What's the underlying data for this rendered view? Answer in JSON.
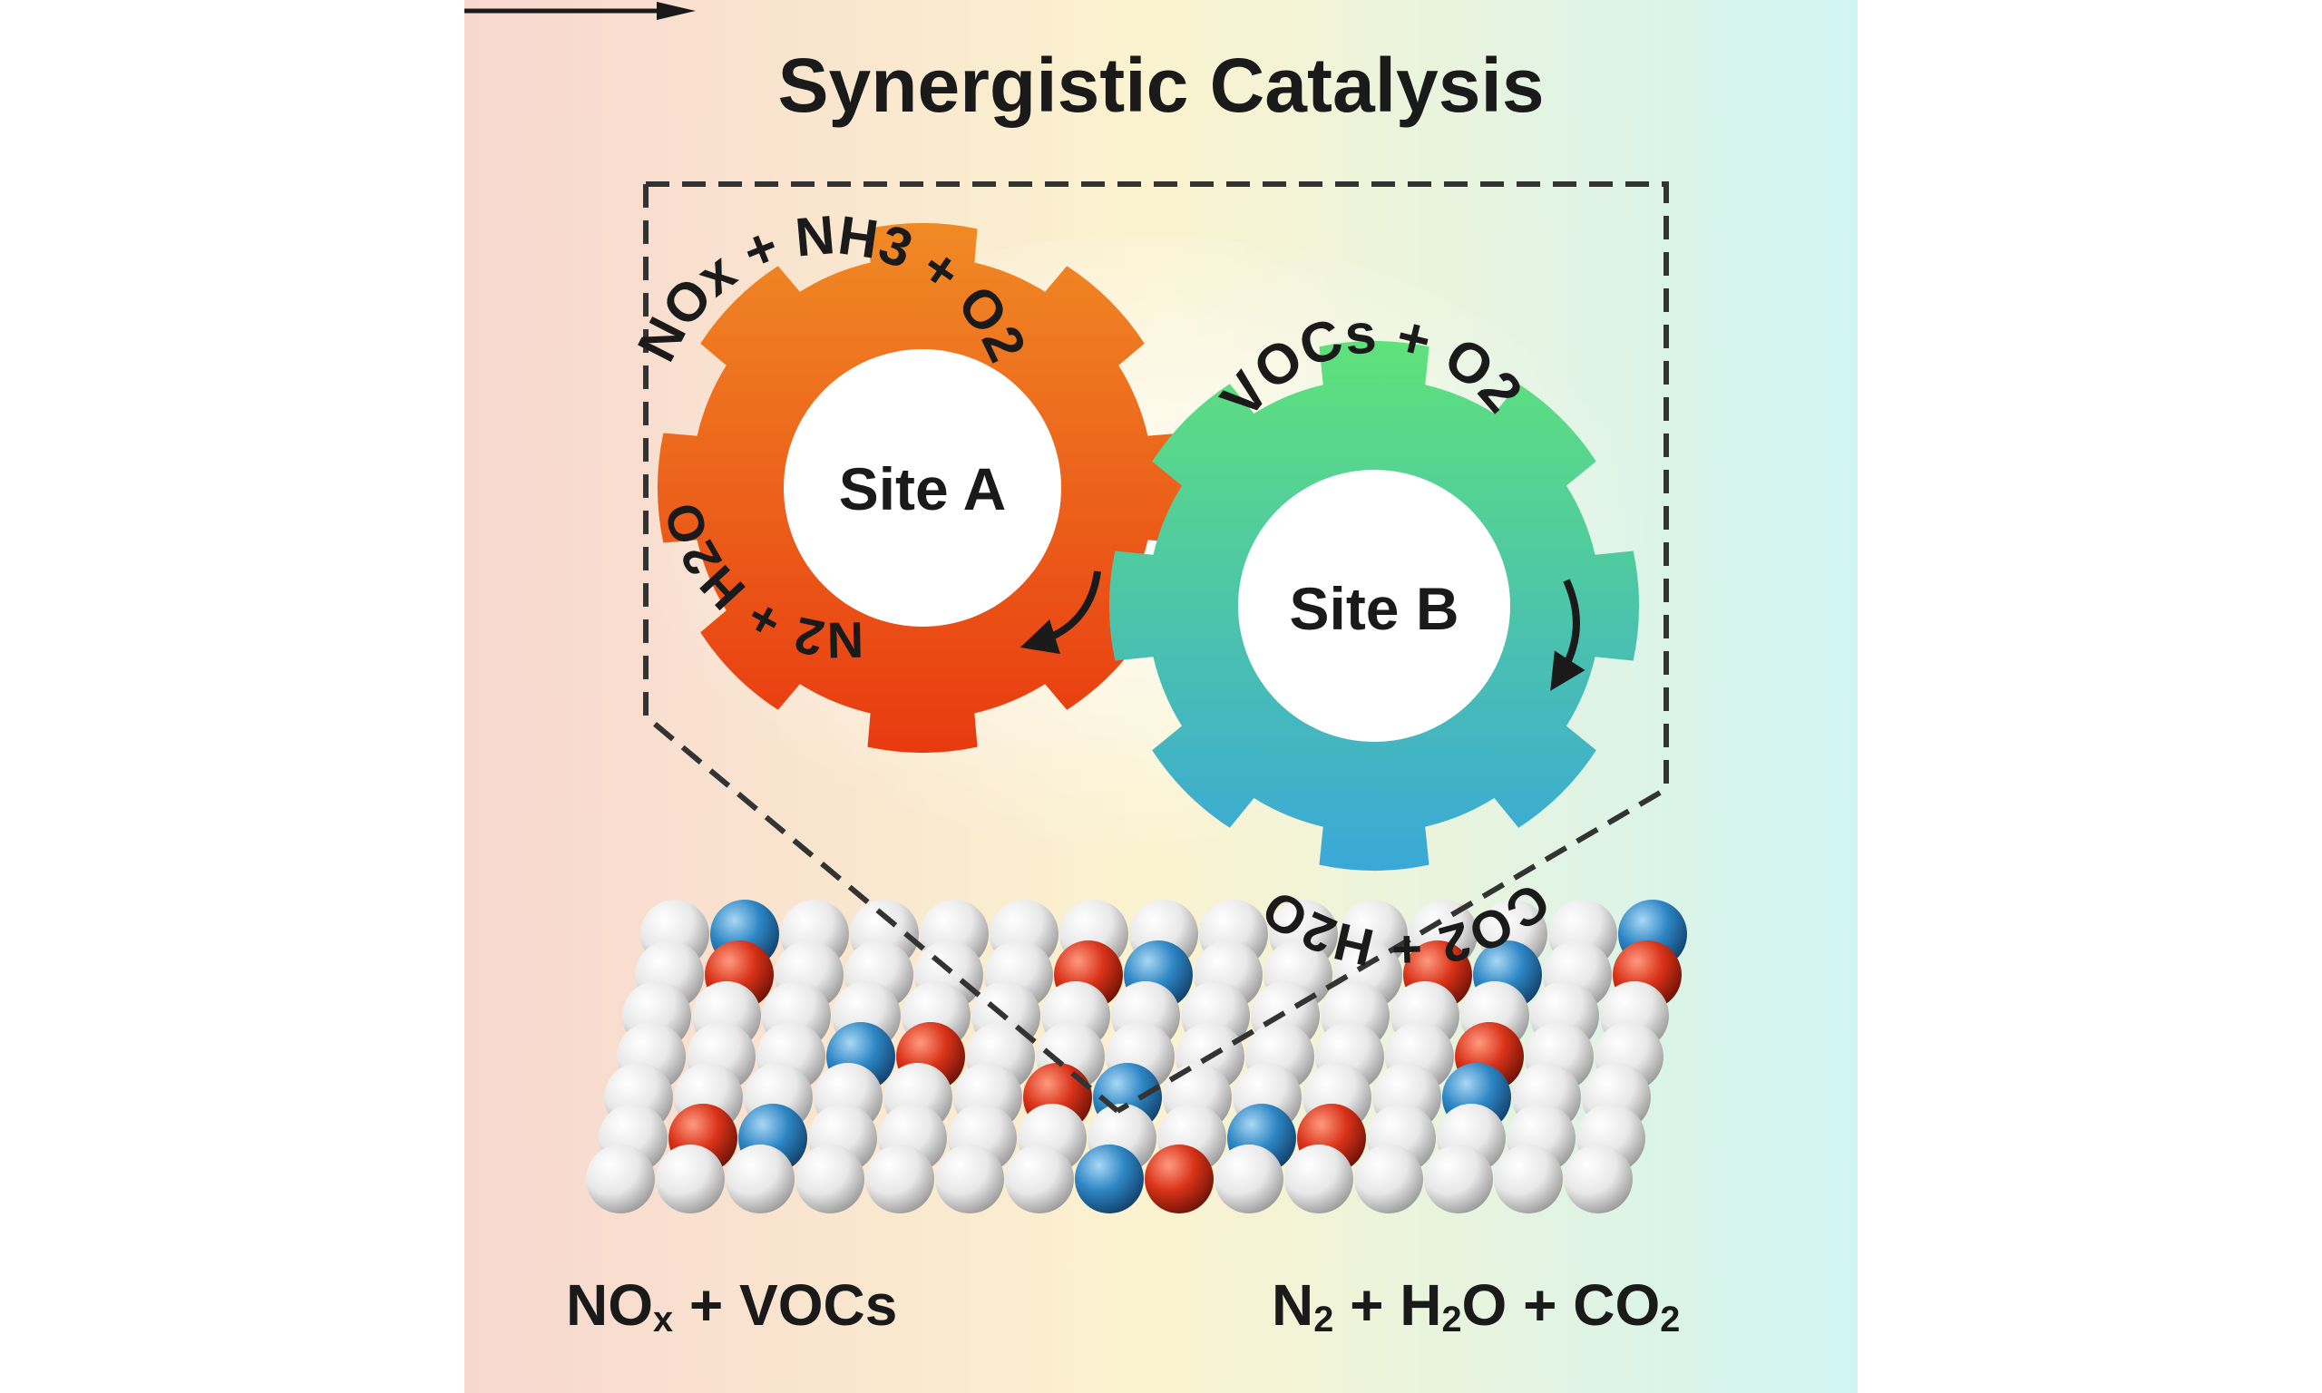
{
  "title": "Synergistic Catalysis",
  "colors": {
    "background_left": "#f8d7cf",
    "background_mid": "#fbf3cf",
    "background_right": "#cff5f3",
    "gear_a_top": "#f08a25",
    "gear_a_bottom": "#e83a10",
    "gear_b_top": "#5fe27a",
    "gear_b_bottom": "#3aa8d8",
    "atom_white": "#e8e8e8",
    "atom_red": "#d93319",
    "atom_blue": "#2d86c4",
    "text": "#1a1a1a"
  },
  "site_a": {
    "label": "Site A",
    "reactants": "NOx + NH3 + O2",
    "products": "N2 + H2O",
    "arrow_icon": "curved-arrow"
  },
  "site_b": {
    "label": "Site B",
    "reactants": "VOCs + O2",
    "products": "CO2 + H2O",
    "arrow_icon": "curved-arrow"
  },
  "equation": {
    "reactants": "NOx + VOCs",
    "products": "N2 + H2O + CO2",
    "arrow_icon": "right-arrow"
  }
}
